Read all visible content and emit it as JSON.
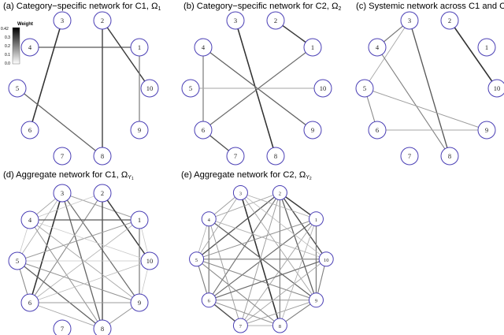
{
  "legend": {
    "title": "Weight",
    "ticks": [
      "0.42",
      "0.3",
      "0.2",
      "0.1",
      "0.0"
    ]
  },
  "panels": [
    {
      "id": "a",
      "title_main": "(a) Category−specific network for C1, Ω",
      "title_sub": "1",
      "nodes": [
        "3",
        "2",
        "4",
        "1",
        "5",
        "10",
        "6",
        "9",
        "7",
        "8"
      ],
      "edges": [
        {
          "from": "4",
          "to": "1",
          "weight": 0.28
        },
        {
          "from": "3",
          "to": "6",
          "weight": 0.36
        },
        {
          "from": "2",
          "to": "10",
          "weight": 0.34
        },
        {
          "from": "1",
          "to": "9",
          "weight": 0.22
        },
        {
          "from": "2",
          "to": "8",
          "weight": 0.32
        },
        {
          "from": "5",
          "to": "8",
          "weight": 0.26
        }
      ]
    },
    {
      "id": "b",
      "title_main": "(b) Category−specific network for C2, Ω",
      "title_sub": "2",
      "nodes": [
        "3",
        "2",
        "4",
        "1",
        "5",
        "10",
        "6",
        "9",
        "7",
        "8"
      ],
      "edges": [
        {
          "from": "2",
          "to": "1",
          "weight": 0.34
        },
        {
          "from": "3",
          "to": "8",
          "weight": 0.36
        },
        {
          "from": "4",
          "to": "9",
          "weight": 0.26
        },
        {
          "from": "4",
          "to": "6",
          "weight": 0.22
        },
        {
          "from": "5",
          "to": "10",
          "weight": 0.2
        },
        {
          "from": "6",
          "to": "7",
          "weight": 0.3
        },
        {
          "from": "10",
          "to": "5",
          "weight": 0.12
        },
        {
          "from": "1",
          "to": "6",
          "weight": 0.24
        }
      ]
    },
    {
      "id": "c",
      "title_main": "(c) Systemic network across C1 and C2, Ω",
      "title_sub": "0",
      "nodes": [
        "3",
        "2",
        "4",
        "1",
        "5",
        "10",
        "6",
        "9",
        "7",
        "8"
      ],
      "edges": [
        {
          "from": "3",
          "to": "5",
          "weight": 0.12
        },
        {
          "from": "3",
          "to": "4",
          "weight": 0.22
        },
        {
          "from": "3",
          "to": "8",
          "weight": 0.28
        },
        {
          "from": "4",
          "to": "8",
          "weight": 0.2
        },
        {
          "from": "2",
          "to": "10",
          "weight": 0.36
        },
        {
          "from": "5",
          "to": "6",
          "weight": 0.18
        },
        {
          "from": "5",
          "to": "9",
          "weight": 0.14
        },
        {
          "from": "6",
          "to": "9",
          "weight": 0.12
        }
      ]
    },
    {
      "id": "d",
      "title_main": "(d) Aggregate network for C1, Ω",
      "title_sub": "Y",
      "title_subsub": "1",
      "nodes": [
        "3",
        "2",
        "4",
        "1",
        "5",
        "10",
        "6",
        "9",
        "7",
        "8"
      ],
      "edges": [
        {
          "from": "3",
          "to": "6",
          "weight": 0.36
        },
        {
          "from": "3",
          "to": "8",
          "weight": 0.26
        },
        {
          "from": "3",
          "to": "9",
          "weight": 0.24
        },
        {
          "from": "3",
          "to": "4",
          "weight": 0.12
        },
        {
          "from": "3",
          "to": "1",
          "weight": 0.14
        },
        {
          "from": "3",
          "to": "5",
          "weight": 0.1
        },
        {
          "from": "2",
          "to": "10",
          "weight": 0.34
        },
        {
          "from": "2",
          "to": "8",
          "weight": 0.3
        },
        {
          "from": "2",
          "to": "6",
          "weight": 0.18
        },
        {
          "from": "2",
          "to": "4",
          "weight": 0.06
        },
        {
          "from": "4",
          "to": "1",
          "weight": 0.28
        },
        {
          "from": "4",
          "to": "8",
          "weight": 0.16
        },
        {
          "from": "4",
          "to": "9",
          "weight": 0.12
        },
        {
          "from": "4",
          "to": "5",
          "weight": 0.06
        },
        {
          "from": "1",
          "to": "9",
          "weight": 0.22
        },
        {
          "from": "1",
          "to": "5",
          "weight": 0.14
        },
        {
          "from": "1",
          "to": "6",
          "weight": 0.1
        },
        {
          "from": "1",
          "to": "10",
          "weight": 0.06
        },
        {
          "from": "5",
          "to": "8",
          "weight": 0.26
        },
        {
          "from": "5",
          "to": "9",
          "weight": 0.16
        },
        {
          "from": "5",
          "to": "6",
          "weight": 0.18
        },
        {
          "from": "5",
          "to": "10",
          "weight": 0.06
        },
        {
          "from": "6",
          "to": "9",
          "weight": 0.14
        },
        {
          "from": "6",
          "to": "8",
          "weight": 0.12
        },
        {
          "from": "10",
          "to": "6",
          "weight": 0.08
        },
        {
          "from": "10",
          "to": "9",
          "weight": 0.06
        },
        {
          "from": "9",
          "to": "8",
          "weight": 0.16
        },
        {
          "from": "4",
          "to": "10",
          "weight": 0.05
        }
      ]
    },
    {
      "id": "e",
      "title_main": "(e) Aggregate network for C2, Ω",
      "title_sub": "Y",
      "title_subsub": "2",
      "nodes": [
        "3",
        "2",
        "4",
        "1",
        "5",
        "10",
        "6",
        "9",
        "7",
        "8"
      ],
      "edges": [
        {
          "from": "2",
          "to": "1",
          "weight": 0.34
        },
        {
          "from": "3",
          "to": "8",
          "weight": 0.36
        },
        {
          "from": "4",
          "to": "9",
          "weight": 0.26
        },
        {
          "from": "4",
          "to": "6",
          "weight": 0.22
        },
        {
          "from": "5",
          "to": "10",
          "weight": 0.2
        },
        {
          "from": "6",
          "to": "7",
          "weight": 0.3
        },
        {
          "from": "1",
          "to": "6",
          "weight": 0.24
        },
        {
          "from": "3",
          "to": "5",
          "weight": 0.12
        },
        {
          "from": "3",
          "to": "4",
          "weight": 0.14
        },
        {
          "from": "2",
          "to": "10",
          "weight": 0.3
        },
        {
          "from": "5",
          "to": "6",
          "weight": 0.2
        },
        {
          "from": "5",
          "to": "9",
          "weight": 0.18
        },
        {
          "from": "6",
          "to": "9",
          "weight": 0.16
        },
        {
          "from": "2",
          "to": "5",
          "weight": 0.28
        },
        {
          "from": "2",
          "to": "6",
          "weight": 0.22
        },
        {
          "from": "2",
          "to": "9",
          "weight": 0.26
        },
        {
          "from": "2",
          "to": "7",
          "weight": 0.14
        },
        {
          "from": "2",
          "to": "8",
          "weight": 0.2
        },
        {
          "from": "2",
          "to": "4",
          "weight": 0.12
        },
        {
          "from": "3",
          "to": "1",
          "weight": 0.1
        },
        {
          "from": "3",
          "to": "9",
          "weight": 0.12
        },
        {
          "from": "1",
          "to": "5",
          "weight": 0.16
        },
        {
          "from": "1",
          "to": "9",
          "weight": 0.22
        },
        {
          "from": "1",
          "to": "7",
          "weight": 0.12
        },
        {
          "from": "4",
          "to": "5",
          "weight": 0.1
        },
        {
          "from": "4",
          "to": "7",
          "weight": 0.14
        },
        {
          "from": "10",
          "to": "6",
          "weight": 0.24
        },
        {
          "from": "10",
          "to": "9",
          "weight": 0.2
        },
        {
          "from": "10",
          "to": "7",
          "weight": 0.12
        },
        {
          "from": "5",
          "to": "8",
          "weight": 0.18
        },
        {
          "from": "6",
          "to": "8",
          "weight": 0.16
        },
        {
          "from": "9",
          "to": "7",
          "weight": 0.14
        },
        {
          "from": "9",
          "to": "8",
          "weight": 0.2
        },
        {
          "from": "7",
          "to": "8",
          "weight": 0.12
        },
        {
          "from": "4",
          "to": "10",
          "weight": 0.1
        },
        {
          "from": "3",
          "to": "10",
          "weight": 0.08
        },
        {
          "from": "1",
          "to": "8",
          "weight": 0.1
        }
      ]
    }
  ]
}
